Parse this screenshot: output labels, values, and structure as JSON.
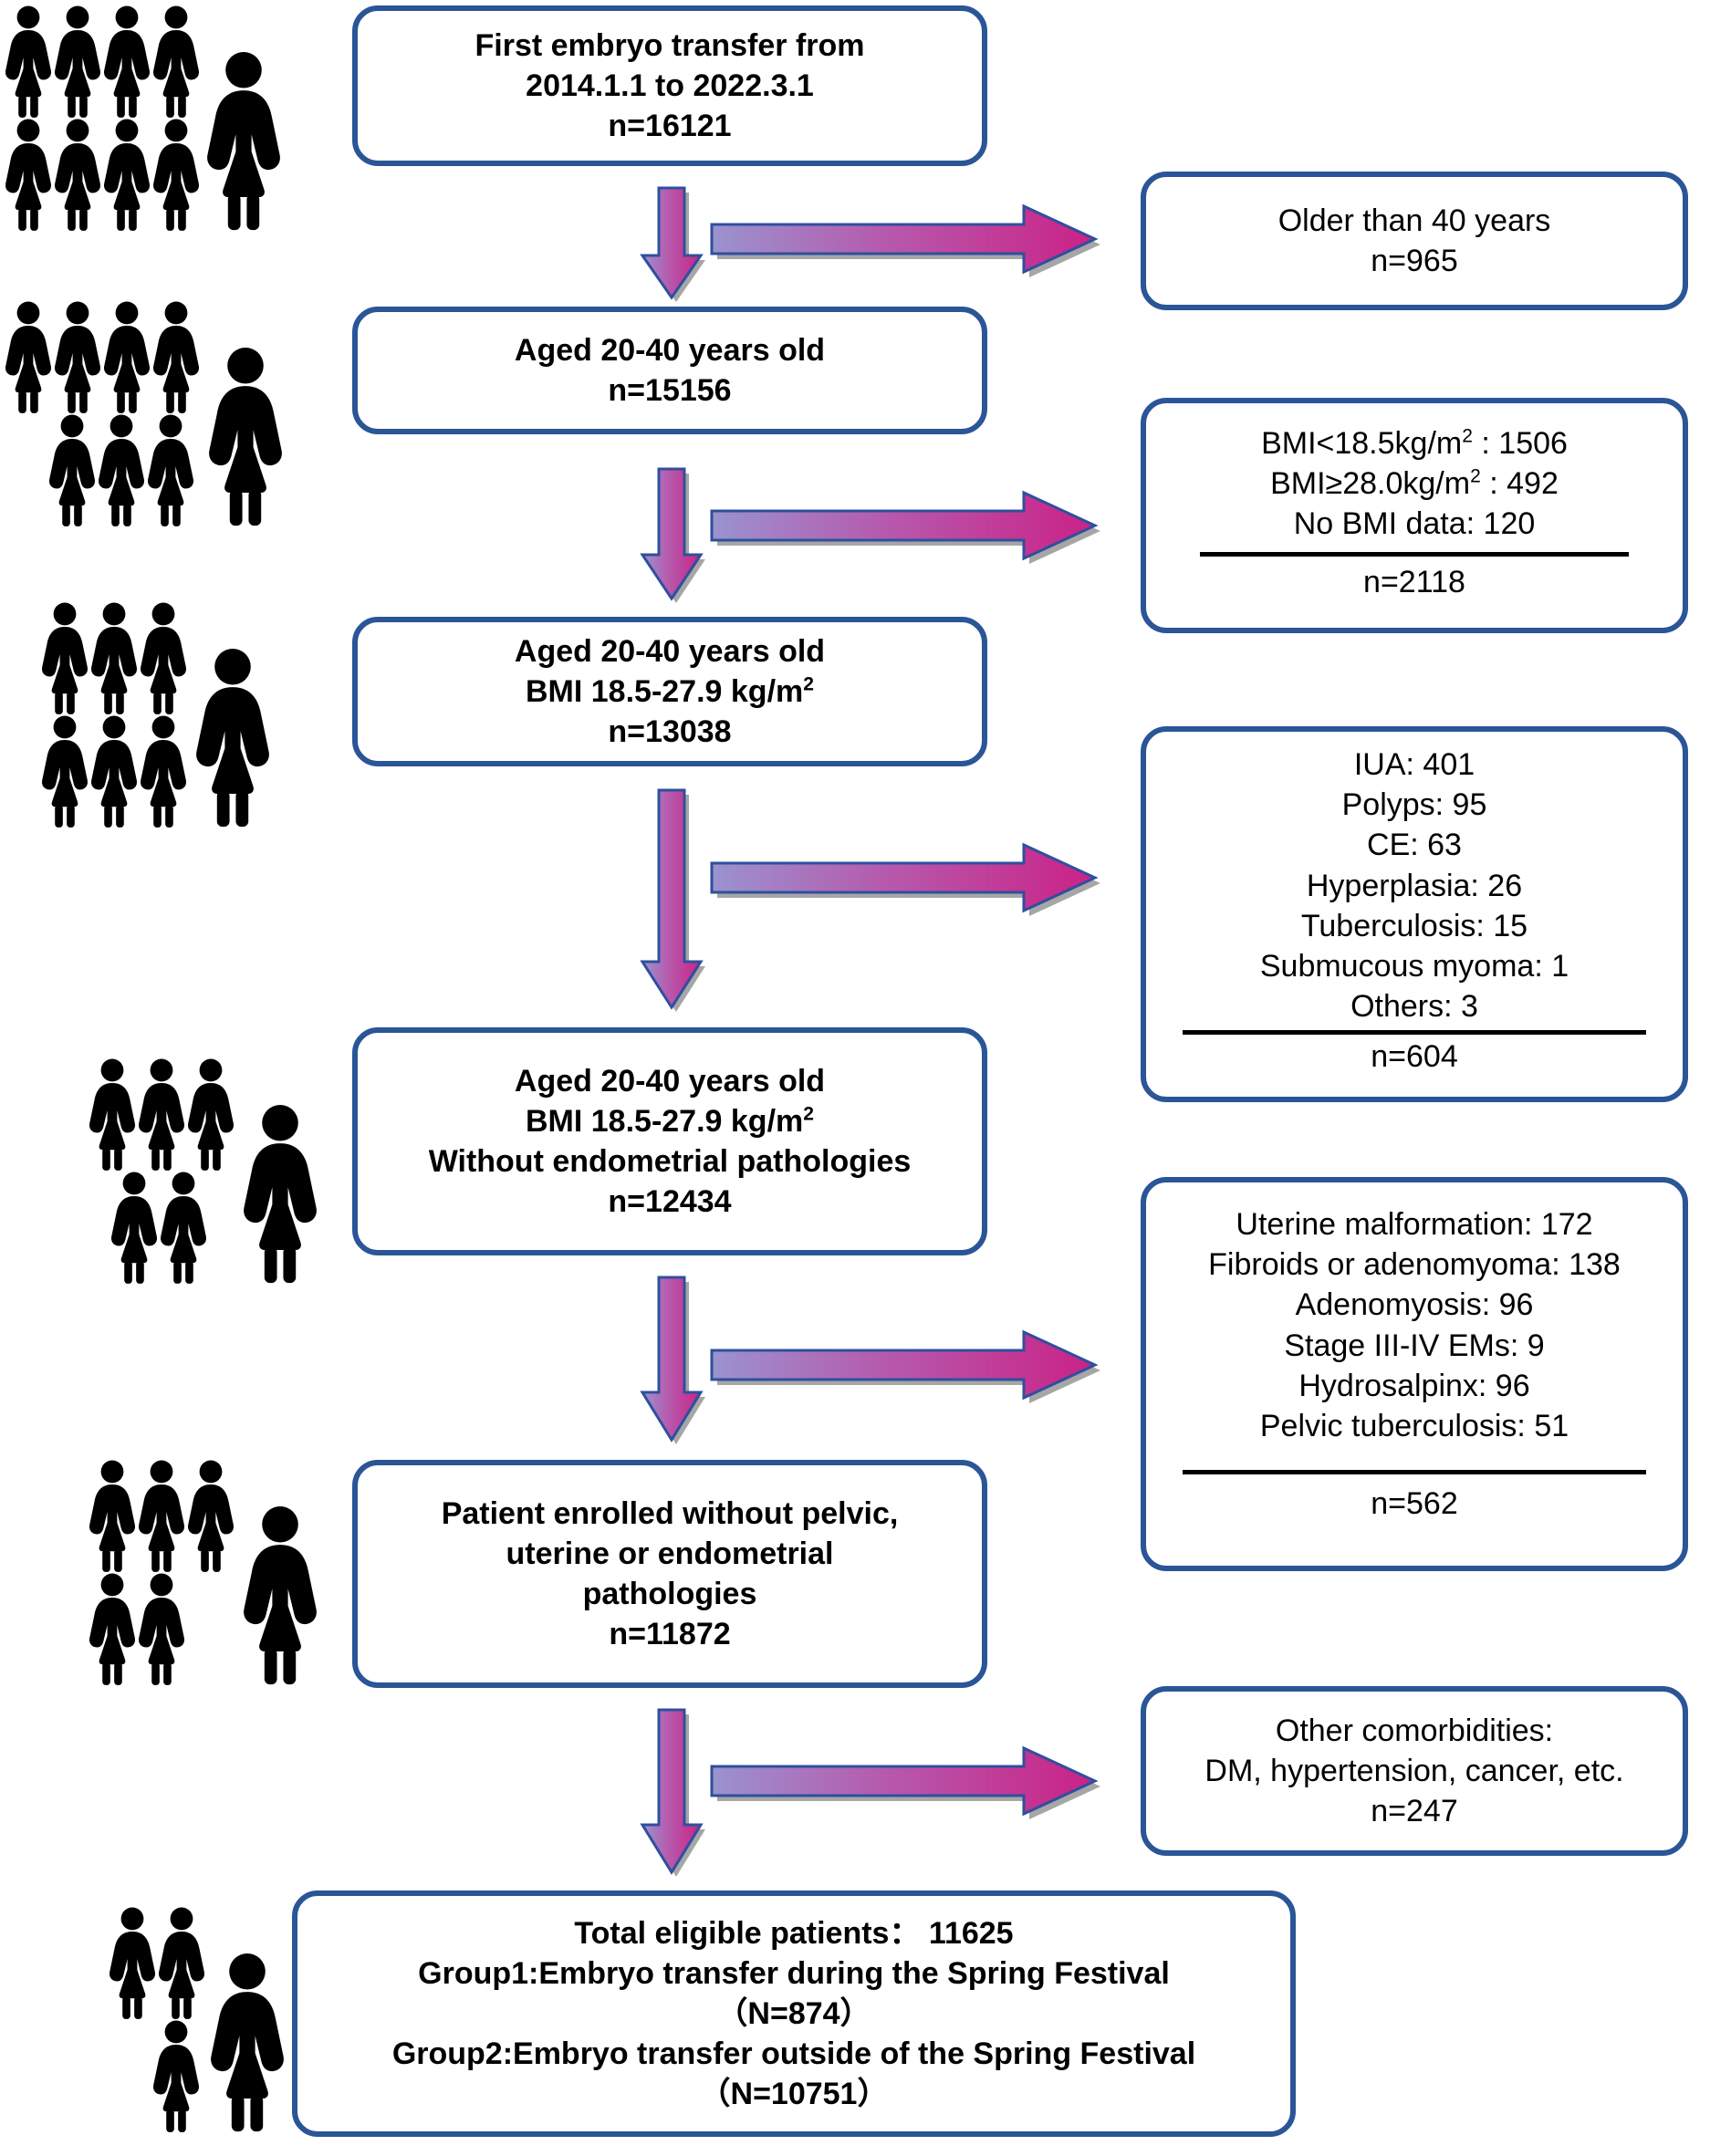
{
  "diagram": {
    "title": "Patient selection flow diagram",
    "colors": {
      "box_border": "#2a5597",
      "person_icon": "#6ba4cd",
      "arrow_start": "#8d8fc6",
      "arrow_end": "#c42b8f",
      "arrow_outline": "#2f4f9e",
      "arrow_shadow": "#a6a6a6",
      "text": "#000000",
      "background": "#ffffff"
    },
    "main_boxes": [
      {
        "id": "first-embryo-transfer",
        "lines": [
          "First embryo transfer from",
          "2014.1.1 to 2022.3.1",
          "n=16121"
        ],
        "count": "16121"
      },
      {
        "id": "aged-20-40",
        "lines": [
          "Aged 20-40 years old",
          "n=15156"
        ],
        "count": "15156"
      },
      {
        "id": "aged-bmi",
        "lines": [
          "Aged 20-40 years old",
          "BMI 18.5-27.9 kg/m",
          "n=13038"
        ],
        "superscript": "2",
        "count": "13038"
      },
      {
        "id": "aged-bmi-no-endometrial",
        "lines": [
          "Aged 20-40 years old",
          "BMI 18.5-27.9 kg/m",
          "Without endometrial pathologies",
          "n=12434"
        ],
        "superscript": "2",
        "count": "12434"
      },
      {
        "id": "patient-enrolled",
        "lines": [
          "Patient enrolled without pelvic,",
          "uterine or endometrial",
          "pathologies",
          "n=11872"
        ],
        "count": "11872"
      }
    ],
    "final_box": {
      "id": "total-eligible",
      "lines": [
        "Total eligible patients： 11625",
        "Group1:Embryo transfer during the Spring Festival",
        "（N=874）",
        "Group2:Embryo transfer outside of the Spring Festival",
        "（N=10751）"
      ],
      "total": "11625",
      "group1_n": "874",
      "group2_n": "10751"
    },
    "exclusion_boxes": [
      {
        "id": "older-than-40",
        "items": [
          "Older than 40 years",
          "n=965"
        ],
        "has_rule": false,
        "total": "965"
      },
      {
        "id": "bmi-exclusions",
        "items": [
          "BMI<18.5kg/m|2| : 1506",
          "BMI≥28.0kg/m|2| : 492",
          "No BMI data: 120"
        ],
        "has_rule": true,
        "total_label": "n=2118",
        "total": "2118"
      },
      {
        "id": "endometrial-pathologies",
        "items": [
          "IUA: 401",
          "Polyps: 95",
          "CE: 63",
          "Hyperplasia: 26",
          "Tuberculosis: 15",
          "Submucous myoma: 1",
          "Others: 3"
        ],
        "has_rule": true,
        "total_label": "n=604",
        "total": "604"
      },
      {
        "id": "pelvic-uterine-pathologies",
        "items": [
          "Uterine malformation: 172",
          "Fibroids or adenomyoma: 138",
          "Adenomyosis: 96",
          "Stage III-IV EMs: 9",
          "Hydrosalpinx: 96",
          "Pelvic tuberculosis: 51"
        ],
        "has_rule": true,
        "total_label": "n=562",
        "total": "562"
      },
      {
        "id": "other-comorbidities",
        "items": [
          "Other comorbidities:",
          "DM, hypertension, cancer, etc.",
          "n=247"
        ],
        "has_rule": false,
        "total": "247"
      }
    ],
    "person_clusters": [
      {
        "id": "cluster-1",
        "top_row": 4,
        "bottom_row": 4,
        "large": 1
      },
      {
        "id": "cluster-2",
        "top_row": 4,
        "bottom_row": 3,
        "large": 1
      },
      {
        "id": "cluster-3",
        "top_row": 3,
        "bottom_row": 3,
        "large": 1
      },
      {
        "id": "cluster-4",
        "top_row": 3,
        "bottom_row": 2,
        "large": 1
      },
      {
        "id": "cluster-5",
        "top_row": 3,
        "bottom_row": 2,
        "large": 1
      },
      {
        "id": "cluster-6",
        "top_row": 2,
        "bottom_row": 1,
        "large": 1
      }
    ],
    "arrows": {
      "down_icon": "arrow-down-icon",
      "right_icon": "arrow-right-icon",
      "count_down": 5,
      "count_right": 5
    }
  }
}
